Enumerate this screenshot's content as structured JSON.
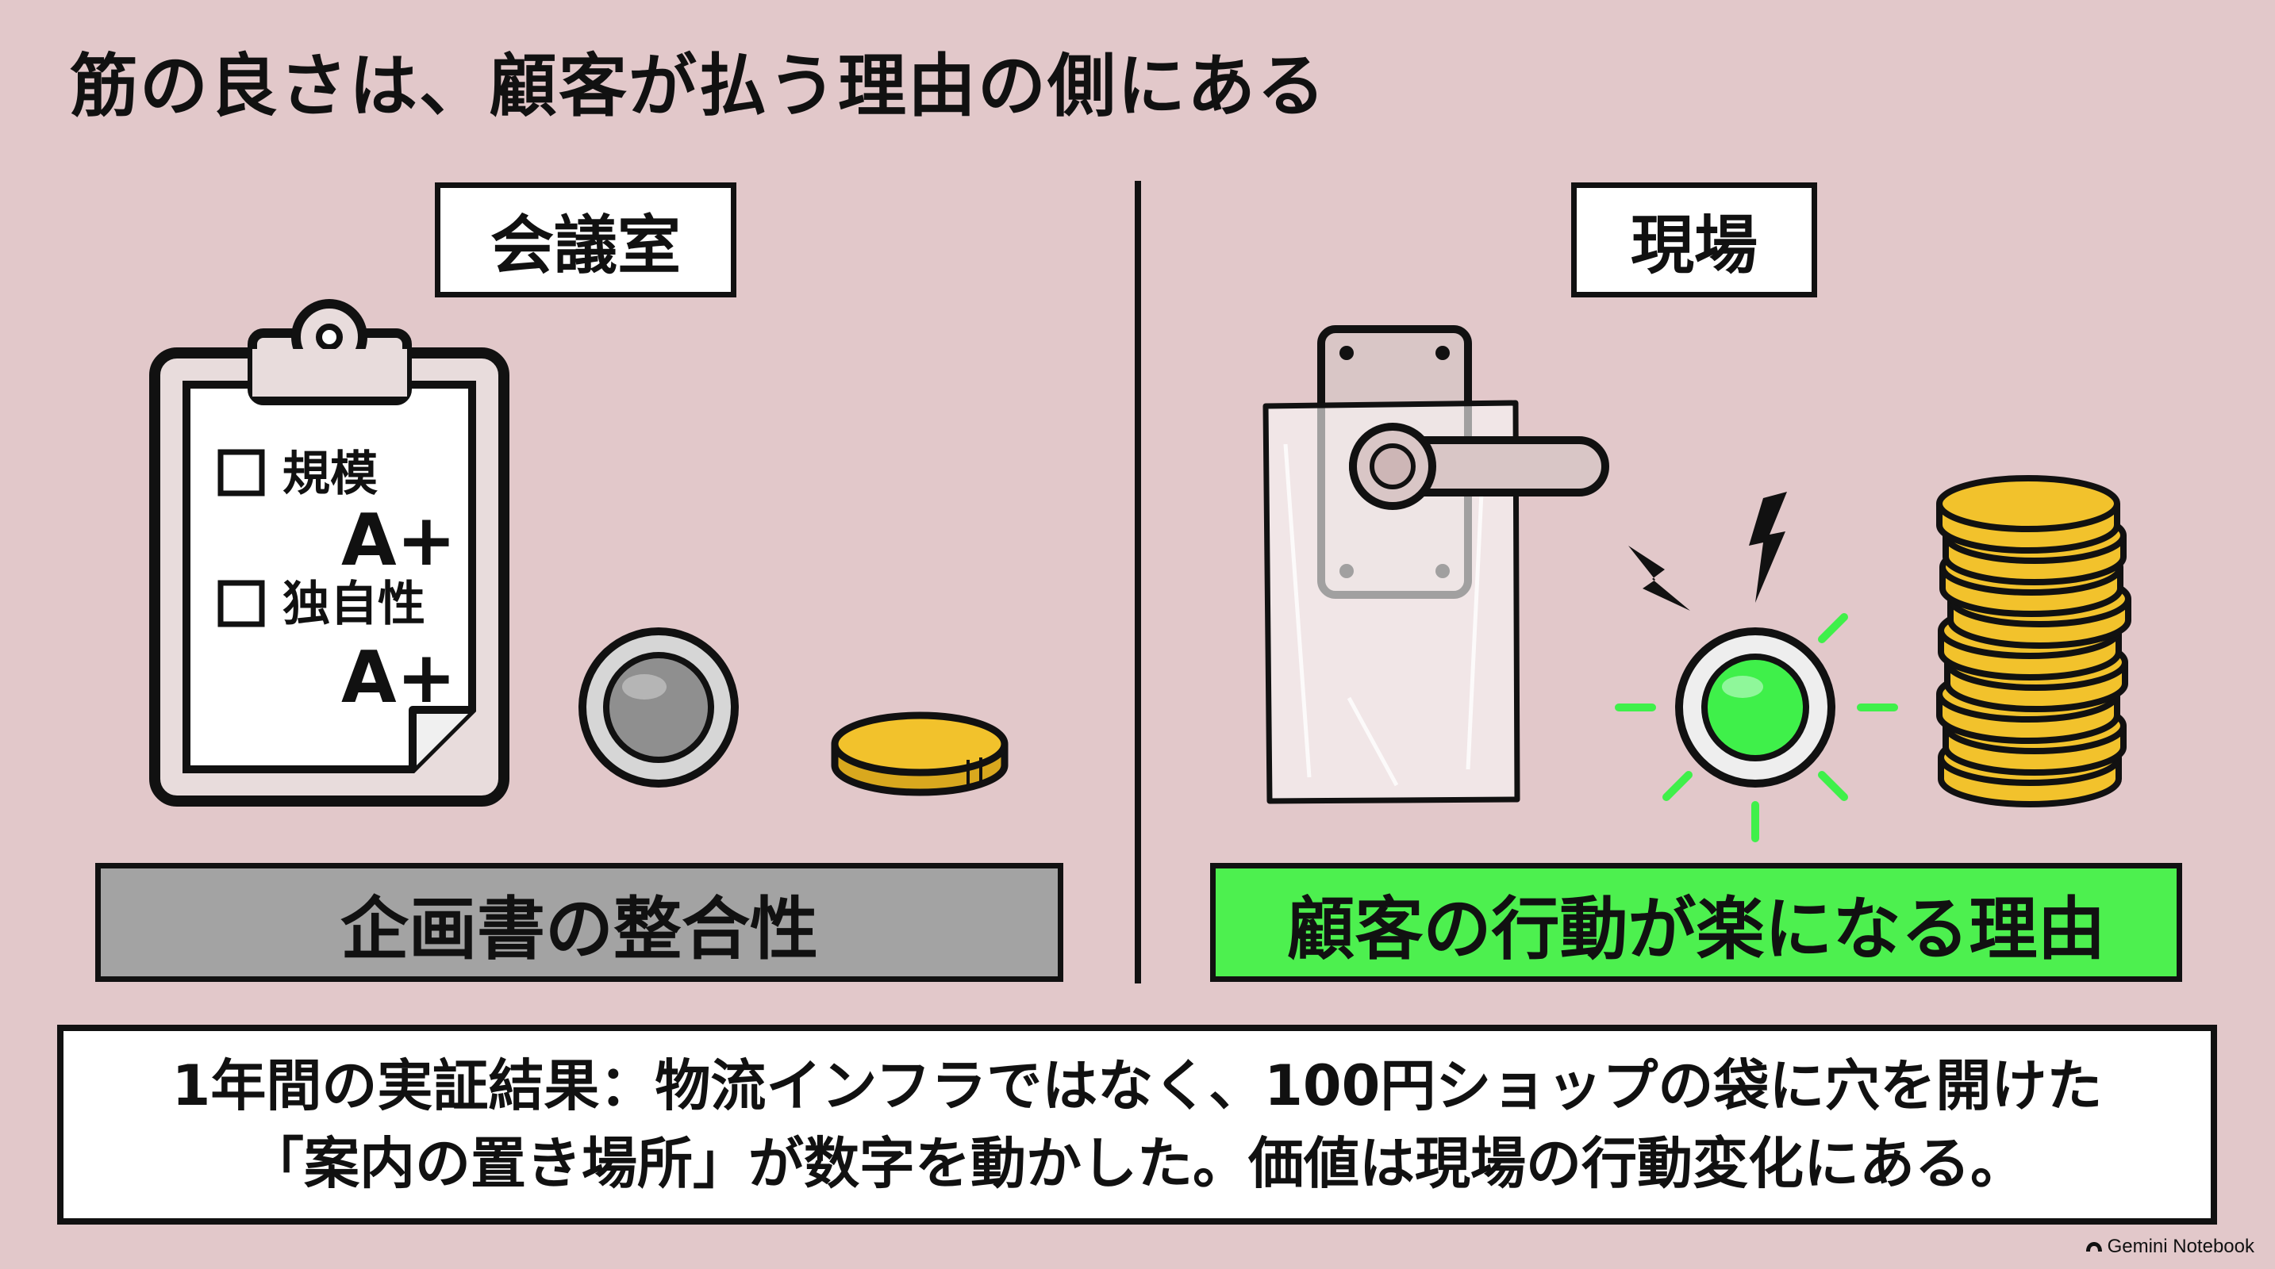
{
  "title": "筋の良さは、顧客が払う理由の側にある",
  "left": {
    "label": "会議室",
    "checklist": [
      {
        "item": "規模",
        "grade": "A+"
      },
      {
        "item": "独自性",
        "grade": "A+"
      }
    ],
    "banner": "企画書の整合性"
  },
  "right": {
    "label": "現場",
    "banner": "顧客の行動が楽になる理由"
  },
  "conclusion": {
    "line1": "1年間の実証結果：物流インフラではなく、100円ショップの袋に穴を開けた",
    "line2": "「案内の置き場所」が数字を動かした。価値は現場の行動変化にある。"
  },
  "watermark": "Gemini Notebook",
  "colors": {
    "background": "#e2c8ca",
    "gray_banner": "#a3a3a3",
    "green_banner": "#4df04f",
    "coin": "#f2c22c",
    "glow": "#3ff04a"
  }
}
